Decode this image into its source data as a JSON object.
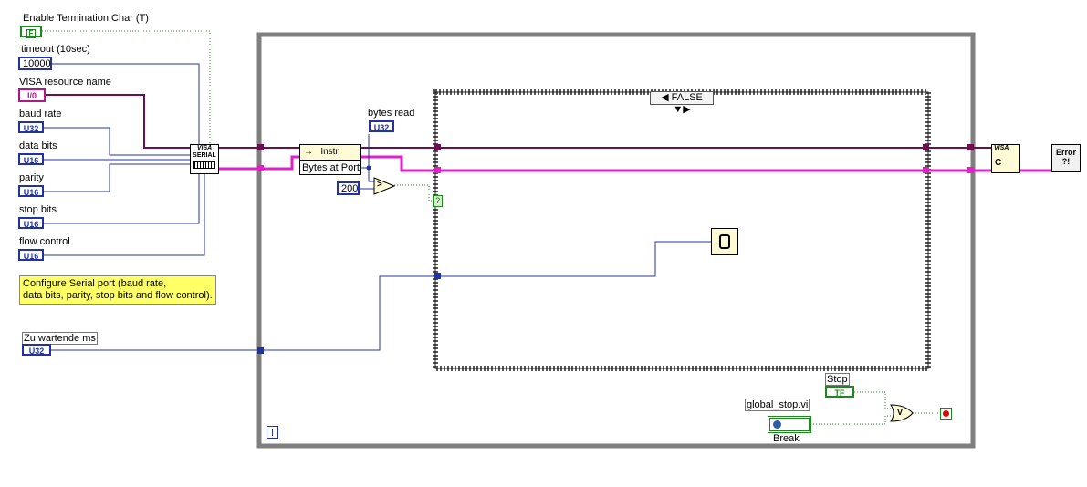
{
  "controls": {
    "enable_term_label": "Enable Termination Char (T)",
    "enable_term_value": "F",
    "timeout_label": "timeout (10sec)",
    "timeout_value": "10000",
    "visa_label": "VISA resource name",
    "visa_type": "I/0",
    "baud_label": "baud rate",
    "baud_type": "U32",
    "databits_label": "data bits",
    "databits_type": "U16",
    "parity_label": "parity",
    "parity_type": "U16",
    "stopbits_label": "stop bits",
    "stopbits_type": "U16",
    "flow_label": "flow control",
    "flow_type": "U16",
    "wait_label": "Zu wartende ms",
    "wait_type": "U32"
  },
  "comment": "Configure Serial port (baud rate,\ndata bits, parity, stop bits and flow control).",
  "nodes": {
    "visa_serial_top": "VISA",
    "visa_serial_mid": "SERIAL",
    "property_instr": "Instr",
    "property_item": "Bytes at Port",
    "bytes_read_label": "bytes read",
    "bytes_read_type": "U32",
    "const_200": "200",
    "compare_symbol": ">",
    "case_selector": "FALSE",
    "stop_label": "Stop",
    "stop_type": "TF",
    "global_label": "global_stop.vi",
    "global_value": "Break",
    "or_symbol": "V",
    "visa_close": "VISA",
    "error_label": "Error",
    "loop_index": "i",
    "case_terminal": "?"
  },
  "colors": {
    "integer_wire": "#2233a0",
    "visa_wire": "#6b0f4f",
    "error_wire": "#e020c8",
    "boolean_wire": "#1a8a1a",
    "loop_border": "#7f7f7f",
    "case_border": "#444444",
    "comment_bg": "#ffff66"
  },
  "icons": [
    "visa-serial-config-icon",
    "property-node-icon",
    "greater-than-icon",
    "wait-ms-icon",
    "or-gate-icon",
    "stop-terminal-icon",
    "visa-close-icon",
    "error-handler-icon"
  ]
}
